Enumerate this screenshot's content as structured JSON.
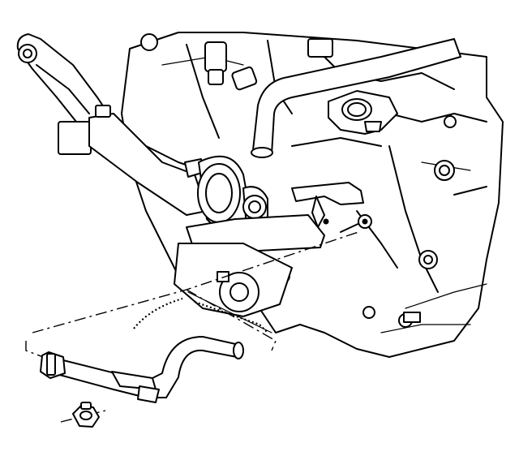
{
  "diagram": {
    "ink_color": "#000000",
    "paper_color": "#ffffff",
    "parts": [
      {
        "id": "engine-block",
        "icon": "engine-block-icon"
      },
      {
        "id": "thermostat-housing",
        "icon": "thermostat-housing-icon"
      },
      {
        "id": "upper-coolant-pipe",
        "icon": "coolant-pipe-icon"
      },
      {
        "id": "coolant-crossover-pipe",
        "icon": "coolant-pipe-icon"
      },
      {
        "id": "mounting-bracket",
        "icon": "bracket-icon"
      },
      {
        "id": "retaining-nut",
        "icon": "nut-icon"
      },
      {
        "id": "retaining-bolt",
        "icon": "bolt-icon"
      },
      {
        "id": "exploded-view-guide",
        "icon": "dashed-guide-line-icon"
      }
    ]
  }
}
